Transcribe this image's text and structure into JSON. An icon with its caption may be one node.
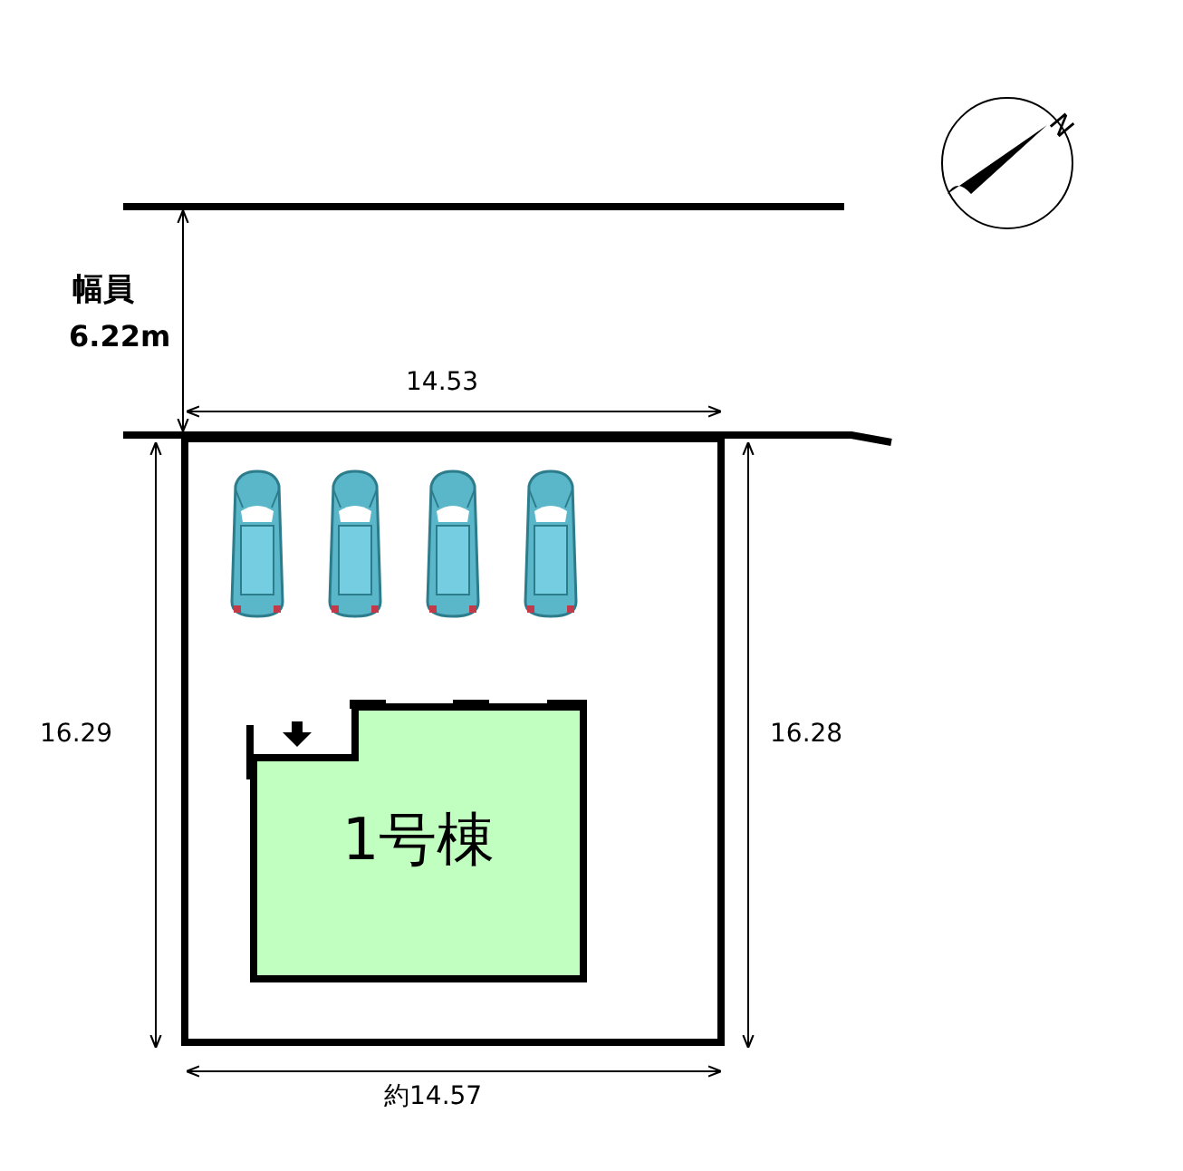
{
  "diagram": {
    "nodes": [
      {
        "text": [],
        "shape": "box"
      },
      {
        "text": [
          "1号棟"
        ],
        "in": 0
      }
    ],
    "labels": [
      "N",
      "幅員",
      "6.22m",
      "14.53",
      "16.29",
      "16.28",
      "約14.57"
    ]
  }
}
